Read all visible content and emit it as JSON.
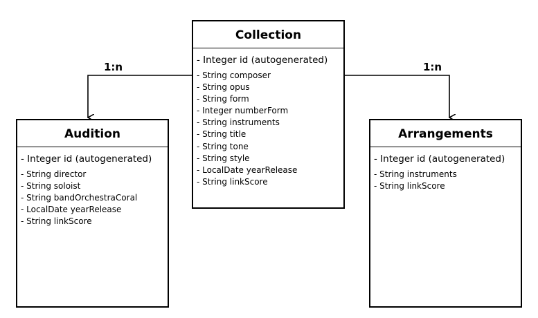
{
  "entities": {
    "collection": {
      "title": "Collection",
      "primary_key": "- Integer id (autogenerated)",
      "attributes": [
        "- String composer",
        "- String opus",
        "- String form",
        "- Integer numberForm",
        "- String instruments",
        "- String title",
        "- String tone",
        "- String style",
        "- LocalDate yearRelease",
        "- String linkScore"
      ]
    },
    "audition": {
      "title": "Audition",
      "primary_key": "- Integer id (autogenerated)",
      "attributes": [
        "- String director",
        "- String soloist",
        "- String bandOrchestraCoral",
        "- LocalDate yearRelease",
        "- String linkScore"
      ]
    },
    "arrangements": {
      "title": "Arrangements",
      "primary_key": "- Integer id (autogenerated)",
      "attributes": [
        "- String instruments",
        "- String linkScore"
      ]
    }
  },
  "relations": [
    {
      "from": "Collection",
      "to": "Audition",
      "cardinality": "1:n"
    },
    {
      "from": "Collection",
      "to": "Arrangements",
      "cardinality": "1:n"
    }
  ],
  "colors": {
    "line": "#000000",
    "background": "#ffffff"
  }
}
